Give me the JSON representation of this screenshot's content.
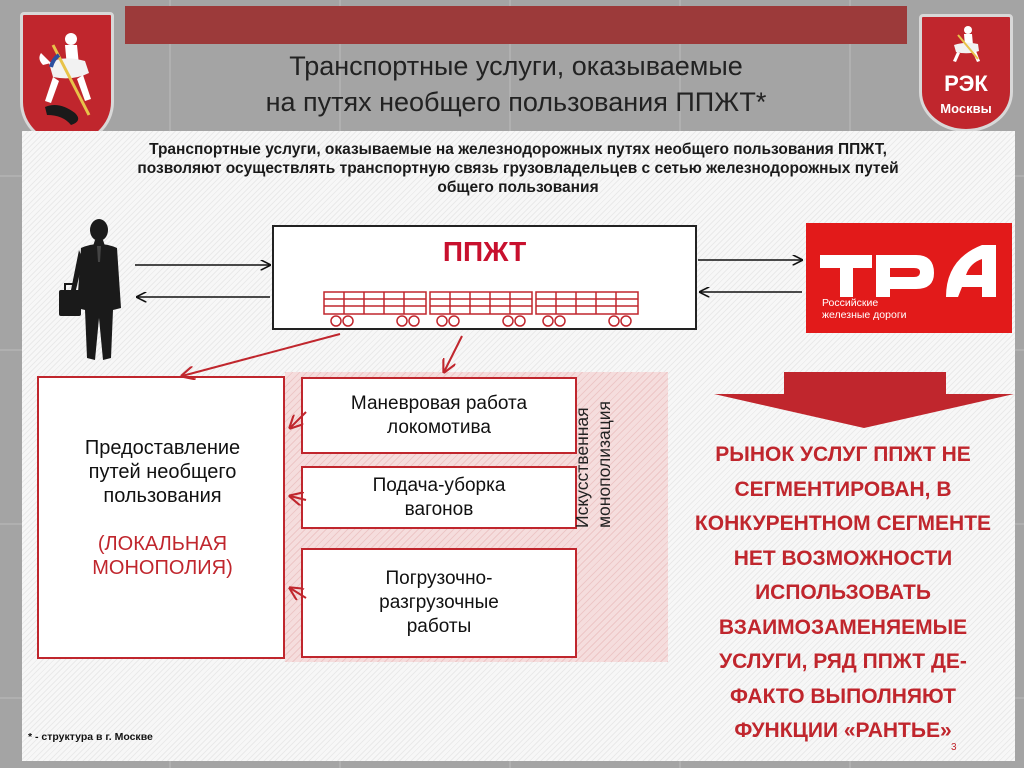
{
  "title": {
    "line1": "Транспортные услуги, оказываемые",
    "line2": "на путях необщего пользования ППЖТ*"
  },
  "subtitle": {
    "line1": "Транспортные услуги, оказываемые на железнодорожных путях необщего пользования ППЖТ,",
    "line2": "позволяют осуществлять транспортную связь грузовладельцев с сетью железнодорожных путей",
    "line3": "общего пользования"
  },
  "ppzht_label": "ППЖТ",
  "rzd_logo": {
    "line1": "Российские",
    "line2": "железные дороги"
  },
  "rek_logo": {
    "line1": "РЭК",
    "line2": "Москвы"
  },
  "left_box": {
    "line1": "Предоставление",
    "line2": "путей необщего",
    "line3": "пользования",
    "red_line1": "(ЛОКАЛЬНАЯ",
    "red_line2": "МОНОПОЛИЯ)"
  },
  "services": [
    {
      "line1": "Маневровая работа",
      "line2": "локомотива"
    },
    {
      "line1": "Подача-уборка",
      "line2": "вагонов"
    },
    {
      "line1": "Погрузочно-",
      "line2": "разгрузочные",
      "line3": "работы"
    }
  ],
  "vertical_label": {
    "line1": "Искусственная",
    "line2": "монополизация"
  },
  "market_text": [
    "РЫНОК УСЛУГ ППЖТ НЕ",
    "СЕГМЕНТИРОВАН, В",
    "КОНКУРЕНТНОМ СЕГМЕНТЕ",
    "НЕТ ВОЗМОЖНОСТИ",
    "ИСПОЛЬЗОВАТЬ",
    "ВЗАИМОЗАМЕНЯЕМЫЕ",
    "УСЛУГИ, РЯД ППЖТ ДЕ-",
    "ФАКТО ВЫПОЛНЯЮТ",
    "ФУНКЦИИ «РАНТЬЕ»"
  ],
  "footnote": "* - структура в г. Москве",
  "page_number": "3",
  "icons": {
    "left_crest": "moscow-coat-of-arms-icon",
    "person": "businessman-silhouette-icon",
    "wagons": "freight-wagons-icon",
    "rzd": "rzd-logo-icon"
  },
  "colors": {
    "accent_red": "#c0262d",
    "title_bar": "#9c3a3a",
    "rzd_red": "#e21a1a"
  }
}
